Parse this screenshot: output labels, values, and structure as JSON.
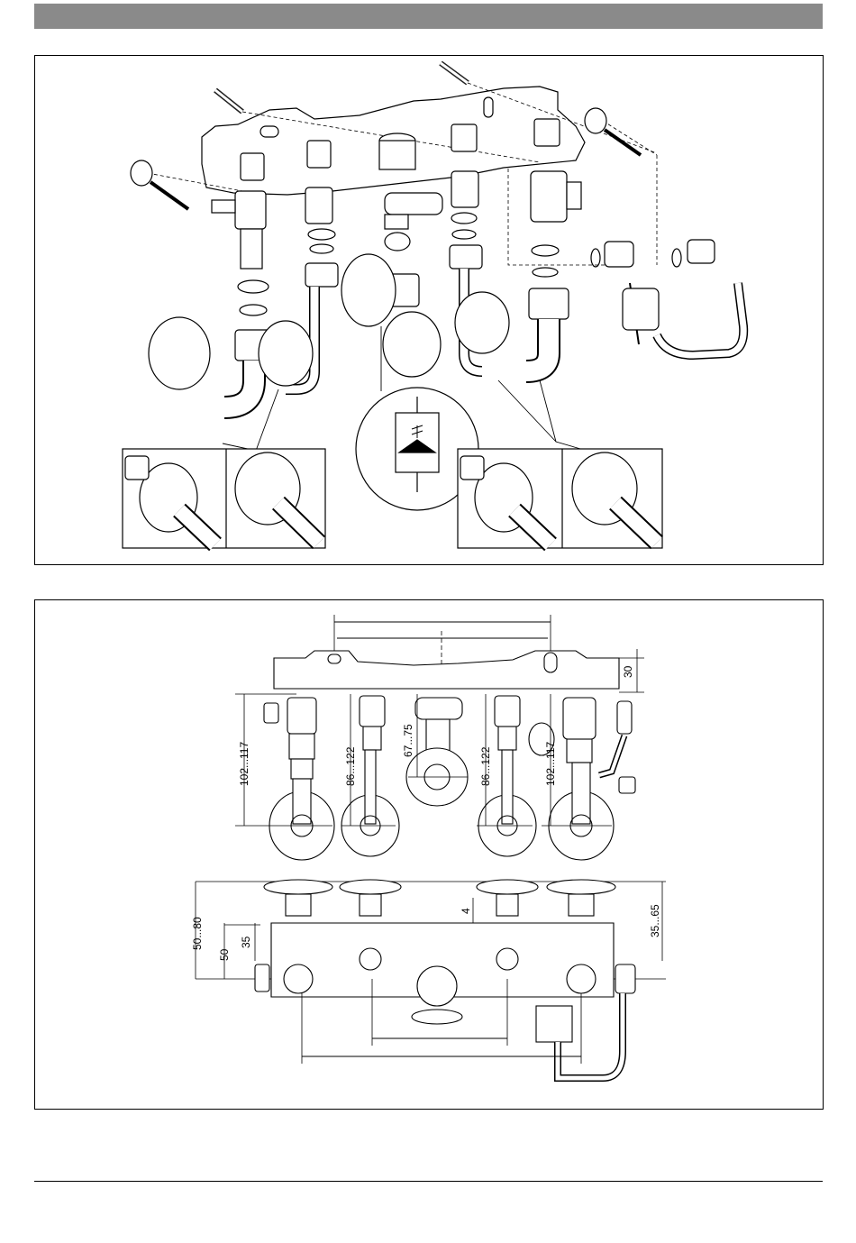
{
  "figure_top": {
    "detail_symbol": "non-return-valve-symbol"
  },
  "figure_bottom": {
    "dimensions": {
      "d_30": "30",
      "d_102_117_left": "102...117",
      "d_86_122_left": "86...122",
      "d_67_75": "67...75",
      "d_86_122_right": "86...122",
      "d_102_117_right": "102...117",
      "d_50_80": "50...80",
      "d_50": "50",
      "d_35": "35",
      "d_4": "4",
      "d_35_65": "35...65"
    }
  },
  "colors": {
    "header_bar": "#8a8a8a",
    "line": "#000000",
    "shade": "#d9d9d9"
  }
}
